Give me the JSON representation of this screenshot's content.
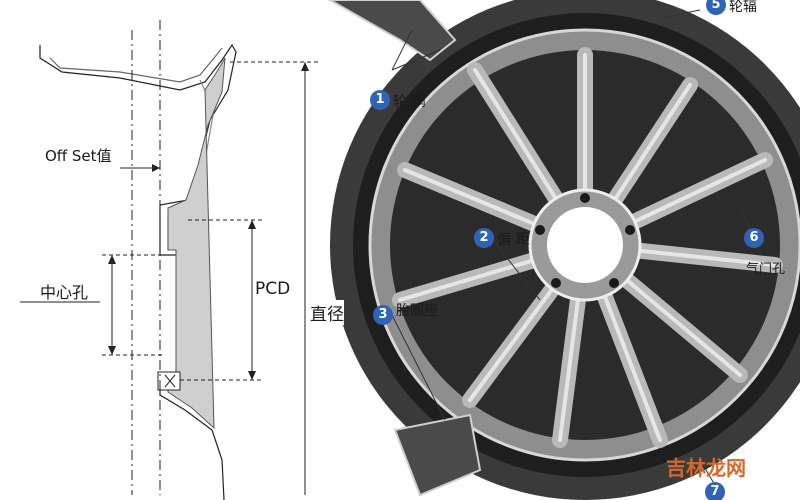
{
  "cross_section": {
    "offset_label": "Off Set值",
    "center_hole_label": "中心孔",
    "pcd_label": "PCD",
    "diameter_label": "直径"
  },
  "wheel": {
    "callouts": [
      {
        "number": "1",
        "text": "轮 辋"
      },
      {
        "number": "2",
        "text": "偏 距"
      },
      {
        "number": "3",
        "text": "胎圈座"
      },
      {
        "number": "5",
        "text": "轮辐"
      },
      {
        "number": "6",
        "text": "气门孔"
      },
      {
        "number": "7",
        "text": ""
      }
    ]
  },
  "watermark": "吉林龙网",
  "colors": {
    "badge": "#2f63b5",
    "watermark": "#d9672b",
    "line": "#222222"
  }
}
